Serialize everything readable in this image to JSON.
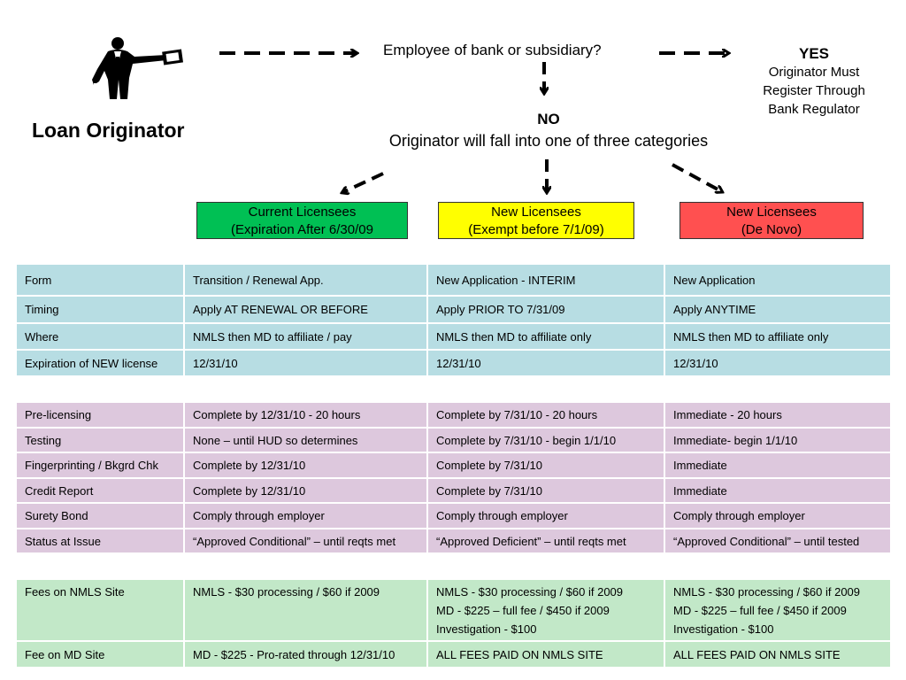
{
  "header": {
    "title": "Loan Originator",
    "question": "Employee of bank or subsidiary?",
    "yes": {
      "title": "YES",
      "lines": [
        "Originator Must",
        "Register Through",
        "Bank Regulator"
      ]
    },
    "no": {
      "title": "NO",
      "text": "Originator will fall into one of three categories"
    }
  },
  "categories": [
    {
      "lines": [
        "Current Licensees",
        "(Expiration After 6/30/09"
      ],
      "color": "#00c054"
    },
    {
      "lines": [
        "New Licensees",
        "(Exempt before 7/1/09)"
      ],
      "color": "#ffff00"
    },
    {
      "lines": [
        "New Licensees",
        "(De Novo)"
      ],
      "color": "#ff5050"
    }
  ],
  "tables": [
    {
      "color": "#b7dde3",
      "rows": [
        [
          "Form",
          "Transition / Renewal App.",
          "New Application - INTERIM",
          "New Application"
        ],
        [
          "Timing",
          "Apply AT RENEWAL OR BEFORE",
          "Apply PRIOR TO 7/31/09",
          "Apply ANYTIME"
        ],
        [
          "Where",
          "NMLS then MD to affiliate / pay",
          "NMLS then MD to affiliate only",
          "NMLS then MD to affiliate only"
        ],
        [
          "Expiration of NEW license",
          "12/31/10",
          "12/31/10",
          "12/31/10"
        ]
      ]
    },
    {
      "color": "#ddc8dd",
      "rows": [
        [
          "Pre-licensing",
          "Complete by 12/31/10 - 20 hours",
          "Complete by 7/31/10 - 20 hours",
          "Immediate - 20 hours"
        ],
        [
          "Testing",
          "None – until HUD so determines",
          "Complete by 7/31/10  -  begin 1/1/10",
          "Immediate- begin 1/1/10"
        ],
        [
          "Fingerprinting / Bkgrd Chk",
          "Complete by 12/31/10",
          "Complete by 7/31/10",
          "Immediate"
        ],
        [
          "Credit Report",
          "Complete by 12/31/10",
          "Complete by 7/31/10",
          "Immediate"
        ],
        [
          "Surety Bond",
          "Comply through employer",
          "Comply through employer",
          "Comply through employer"
        ],
        [
          "Status at Issue",
          "“Approved Conditional” – until reqts met",
          "“Approved Deficient” – until reqts met",
          "“Approved Conditional” – until tested"
        ]
      ]
    },
    {
      "color": "#c2e8c8",
      "fees": {
        "label": "Fees on NMLS Site",
        "col2": [
          "NMLS - $30 processing / $60 if 2009"
        ],
        "col3": [
          "NMLS - $30 processing / $60 if 2009",
          "MD - $225 – full fee / $450 if 2009",
          "Investigation - $100"
        ],
        "col4": [
          "NMLS - $30 processing / $60 if 2009",
          "MD - $225 – full fee / $450 if 2009",
          "Investigation - $100"
        ]
      },
      "md": [
        "Fee on MD Site",
        "MD - $225 - Pro-rated through 12/31/10",
        "ALL FEES PAID ON NMLS SITE",
        "ALL FEES PAID ON NMLS SITE"
      ]
    }
  ]
}
